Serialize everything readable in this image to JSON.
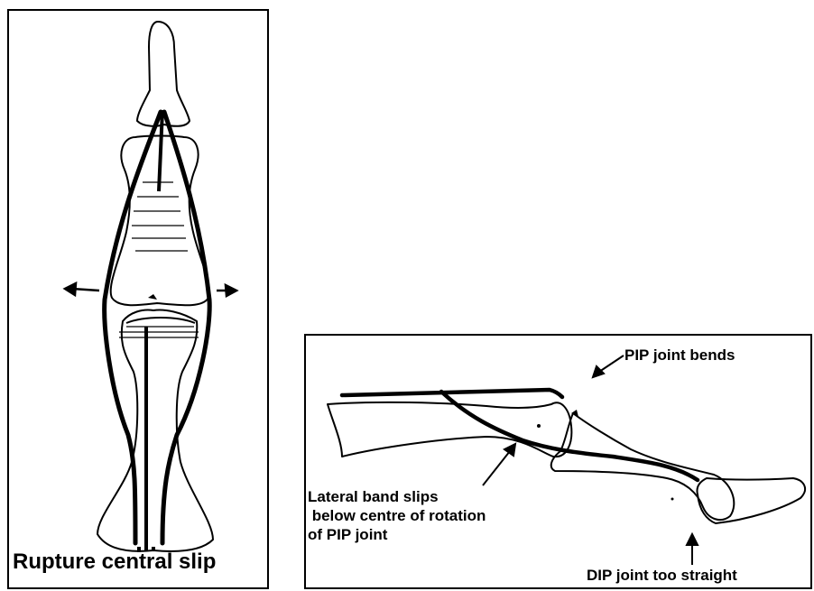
{
  "left_panel": {
    "caption": "Rupture central slip"
  },
  "right_panel": {
    "labels": {
      "pip_bends": "PIP joint bends",
      "lateral_band_line1": "Lateral band slips",
      "lateral_band_line2": " below centre of rotation",
      "lateral_band_line3": "of PIP joint",
      "dip_straight": "DIP joint too straight"
    }
  }
}
